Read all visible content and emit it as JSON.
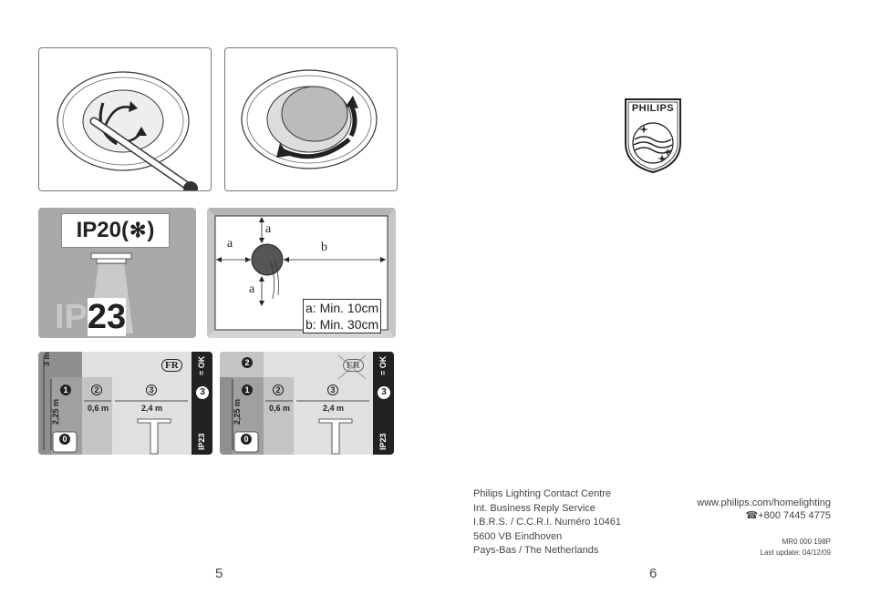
{
  "ip_rating": {
    "label": "IP20(",
    "label_suffix": ")",
    "big_label_a": "IP",
    "big_label_b": "23"
  },
  "distance_panel": {
    "label_a": "a",
    "label_b": "b",
    "legend_a": "a: Min.  10cm",
    "legend_b": "b: Min.  30cm"
  },
  "zone_panel_1": {
    "height_label": "3 m",
    "sub_height_label": "2,25 m",
    "zone0": "0",
    "zone1": "1",
    "zone2": "2",
    "zone3": "3",
    "dist_1": "0,6 m",
    "dist_2": "2,4 m",
    "country": "FR",
    "side_ok": "= OK",
    "side_num": "3",
    "side_ip": "IP23"
  },
  "zone_panel_2": {
    "top_zone": "2",
    "sub_height_label": "2,25 m",
    "zone0": "0",
    "zone1": "1",
    "zone2": "2",
    "zone3": "3",
    "dist_1": "0,6 m",
    "dist_2": "2,4 m",
    "country": "FR",
    "side_ok": "= OK",
    "side_num": "3",
    "side_ip": "IP23"
  },
  "brand": {
    "name": "PHILIPS"
  },
  "contact": {
    "line1": "Philips Lighting Contact Centre",
    "line2": "Int. Business Reply Service",
    "line3": "I.B.R.S. / C.C.R.I. Numéro 10461",
    "line4": "5600 VB Eindhoven",
    "line5": "Pays-Bas / The Netherlands"
  },
  "web": {
    "url": "www.philips.com/homelighting",
    "phone": "+800 7445 4775"
  },
  "meta": {
    "code": "MR0 000 198P",
    "update": "Last update: 04/12/09"
  },
  "pages": {
    "left": "5",
    "right": "6"
  },
  "colors": {
    "panel_gray": "#a9a9a9",
    "dark_gray": "#8a8a8a",
    "light_gray": "#d8d8d8",
    "black": "#222222"
  }
}
